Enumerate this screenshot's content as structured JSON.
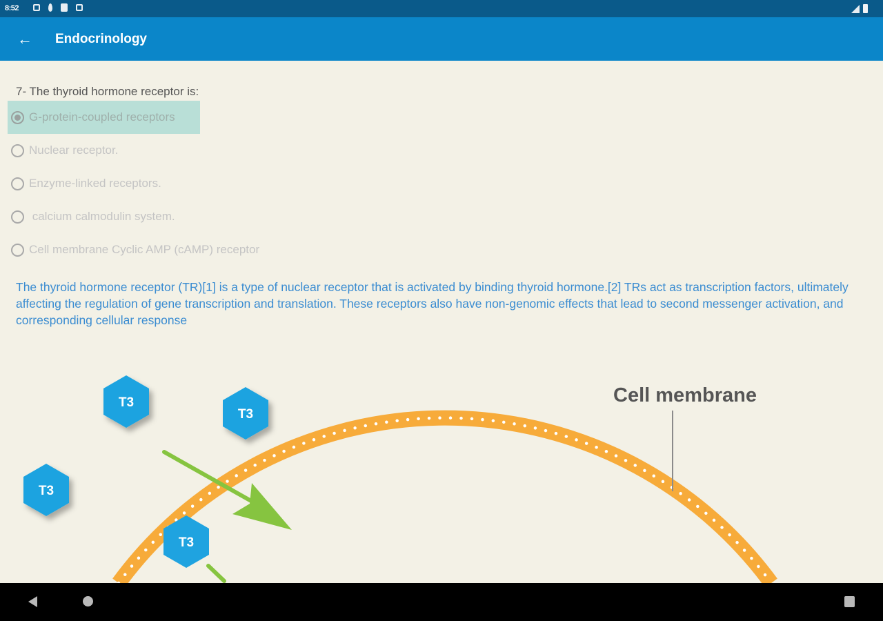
{
  "status_bar": {
    "time": "8:52",
    "left_icons": [
      "notification-icon",
      "fire-icon",
      "sd-card-icon",
      "vpn-icon"
    ],
    "right_icons": [
      "signal-icon",
      "battery-icon"
    ]
  },
  "app_bar": {
    "back_icon": "arrow-left-icon",
    "back_glyph": "←",
    "title": "Endocrinology",
    "color": "#0b86c9"
  },
  "quiz": {
    "question": "7- The thyroid hormone receptor is:",
    "options": [
      {
        "label": "G-protein-coupled receptors",
        "selected": true
      },
      {
        "label": "Nuclear receptor.",
        "selected": false
      },
      {
        "label": "Enzyme-linked receptors.",
        "selected": false
      },
      {
        "label": " calcium calmodulin system.",
        "selected": false
      },
      {
        "label": "Cell membrane Cyclic AMP (cAMP) receptor",
        "selected": false
      }
    ],
    "explanation": "The thyroid hormone receptor (TR)[1] is a type of nuclear receptor that is activated by binding thyroid hormone.[2] TRs act as transcription factors, ultimately affecting the regulation of gene transcription and translation. These receptors also have non-genomic effects that lead to second messenger activation, and corresponding cellular response"
  },
  "diagram": {
    "membrane_label": "Cell membrane",
    "hormone_label": "T3",
    "membrane_color": "#f7ab3a",
    "hormone_color": "#1fa3e0",
    "arrow_color": "#86c440"
  },
  "nav_bar": {
    "icons": [
      "nav-back-icon",
      "nav-home-icon",
      "nav-recents-icon"
    ]
  }
}
